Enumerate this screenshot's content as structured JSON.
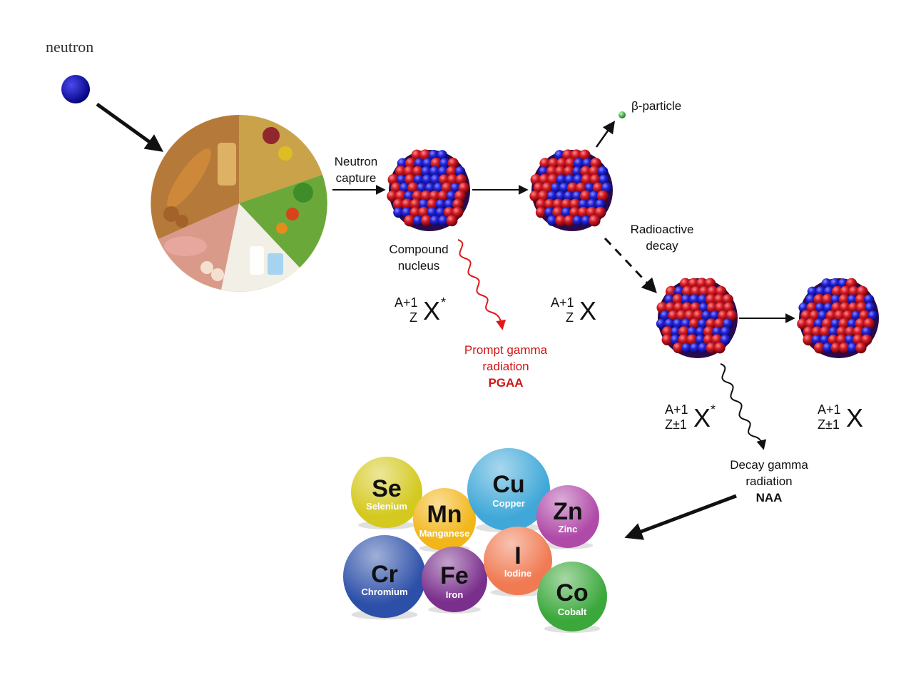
{
  "labels": {
    "neutron": "neutron",
    "neutron_capture": [
      "Neutron",
      "capture"
    ],
    "compound_nucleus": [
      "Compound",
      "nucleus"
    ],
    "beta_particle": "β-particle",
    "radioactive_decay": [
      "Radioactive",
      "decay"
    ],
    "prompt_gamma": [
      "Prompt gamma",
      "radiation"
    ],
    "pgaa": "PGAA",
    "decay_gamma": [
      "Decay gamma",
      "radiation"
    ],
    "naa": "NAA"
  },
  "nuclides": [
    {
      "sup": "A+1",
      "sub": "Z",
      "symbol": "X",
      "star": "*"
    },
    {
      "sup": "A+1",
      "sub": "Z",
      "symbol": "X",
      "star": ""
    },
    {
      "sup": "A+1",
      "sub": "Z±1",
      "symbol": "X",
      "star": "*"
    },
    {
      "sup": "A+1",
      "sub": "Z±1",
      "symbol": "X",
      "star": ""
    }
  ],
  "elements": [
    {
      "symbol": "Se",
      "name": "Selenium",
      "color": "#d4c91f"
    },
    {
      "symbol": "Mn",
      "name": "Manganese",
      "color": "#f2b619"
    },
    {
      "symbol": "Cu",
      "name": "Copper",
      "color": "#3fa8d8"
    },
    {
      "symbol": "Zn",
      "name": "Zinc",
      "color": "#b04aa8"
    },
    {
      "symbol": "Cr",
      "name": "Chromium",
      "color": "#2c4fa8"
    },
    {
      "symbol": "Fe",
      "name": "Iron",
      "color": "#7a2f8c"
    },
    {
      "symbol": "I",
      "name": "Iodine",
      "color": "#f07a52"
    },
    {
      "symbol": "Co",
      "name": "Cobalt",
      "color": "#3aa83a"
    }
  ],
  "colors": {
    "neutron": "#0b0ba8",
    "proton": "#c8101c",
    "nucleus_neutron": "#1c1ccf",
    "beta": "#2fb02f",
    "prompt_gamma_wave": "#e01818",
    "decay_gamma_wave": "#111111"
  },
  "images": {
    "food_plate": "food-plate-illustration"
  }
}
